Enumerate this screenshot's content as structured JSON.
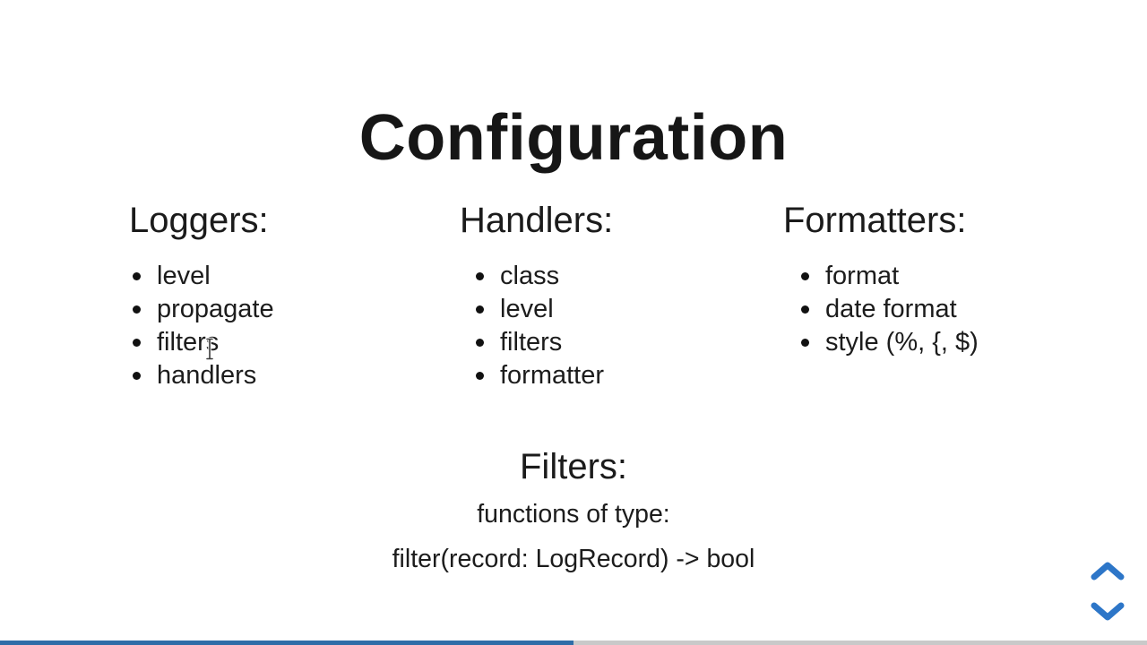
{
  "theme": {
    "accent_color": "#2d76c8",
    "progress_fill": "#2e6da8",
    "progress_track": "#c9c9c9",
    "text_color": "#1c1c1c",
    "background": "#ffffff"
  },
  "slide": {
    "title": "Configuration",
    "columns": [
      {
        "heading": "Loggers:",
        "items": [
          "level",
          "propagate",
          "filters",
          "handlers"
        ]
      },
      {
        "heading": "Handlers:",
        "items": [
          "class",
          "level",
          "filters",
          "formatter"
        ]
      },
      {
        "heading": "Formatters:",
        "items": [
          "format",
          "date format",
          "style (%, {, $)"
        ]
      }
    ],
    "filters_block": {
      "heading": "Filters:",
      "lines": [
        "functions of type:",
        "filter(record: LogRecord) -> bool"
      ]
    }
  },
  "controls": {
    "up_icon": "chevron-up-icon",
    "down_icon": "chevron-down-icon"
  },
  "progress": {
    "fraction": 0.5
  },
  "cursor": {
    "type": "i-beam-text-cursor"
  }
}
